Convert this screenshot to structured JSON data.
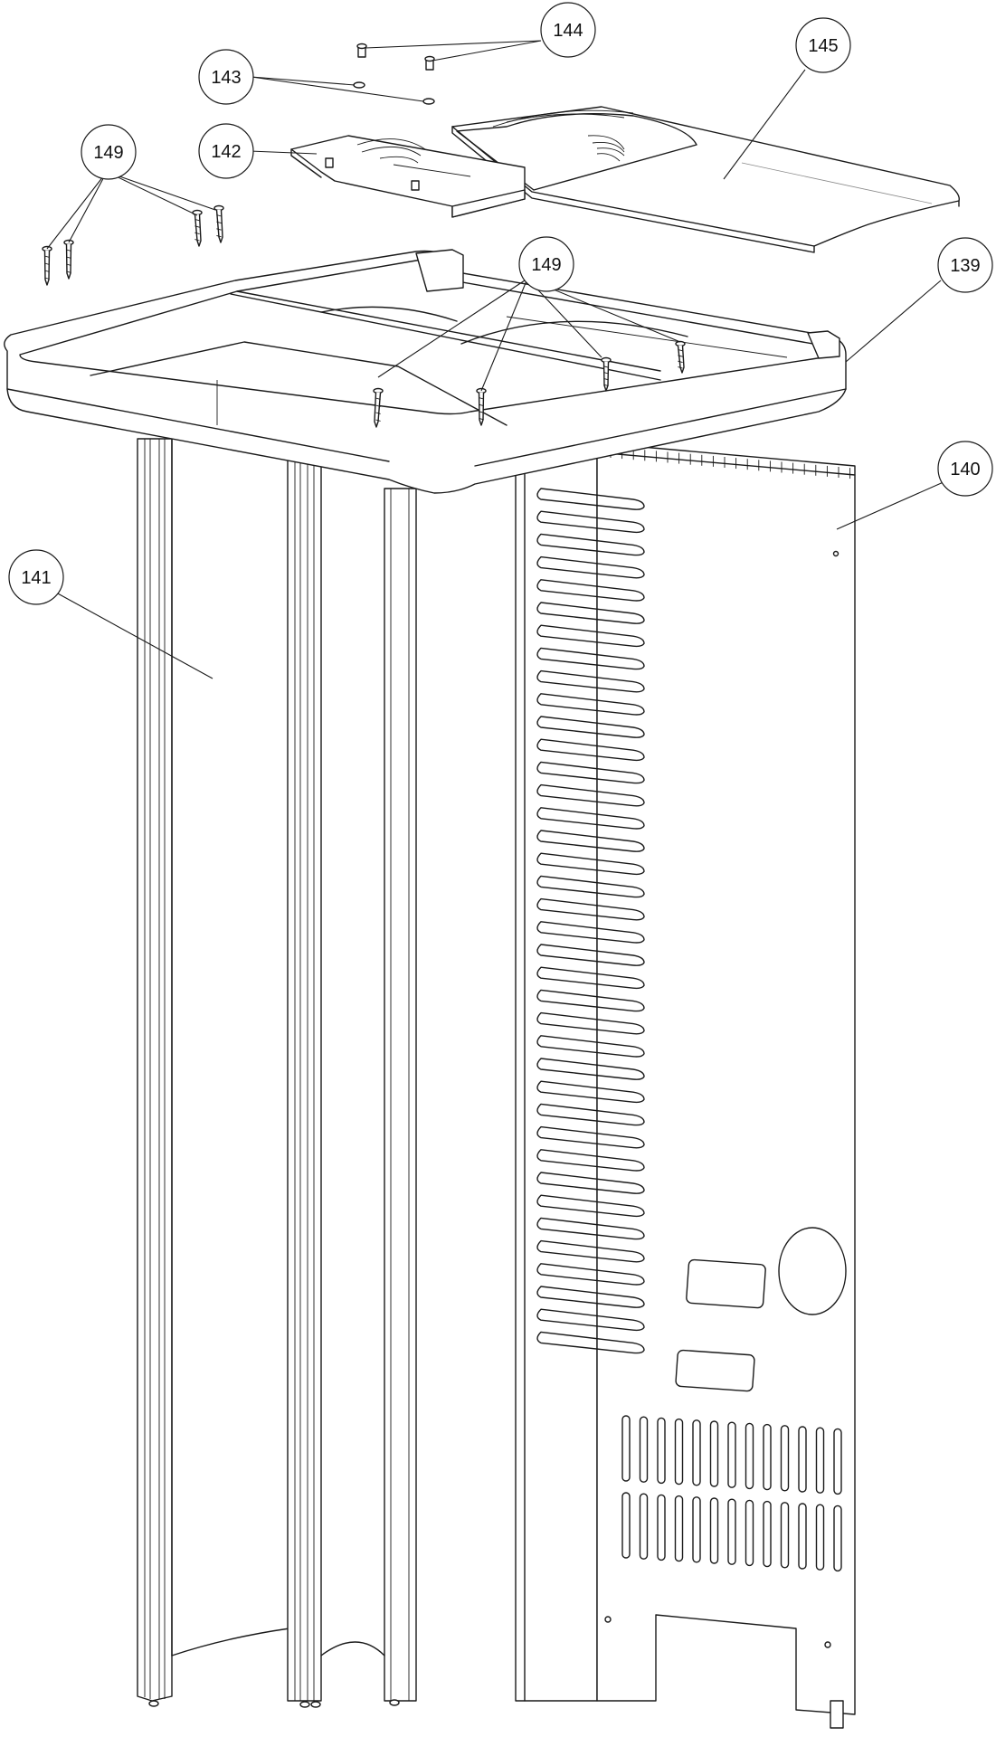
{
  "diagram": {
    "parts": [
      {
        "id": "part-139",
        "label": "139"
      },
      {
        "id": "part-140",
        "label": "140"
      },
      {
        "id": "part-141",
        "label": "141"
      },
      {
        "id": "part-142",
        "label": "142"
      },
      {
        "id": "part-143",
        "label": "143"
      },
      {
        "id": "part-144",
        "label": "144"
      },
      {
        "id": "part-145",
        "label": "145"
      },
      {
        "id": "part-149-top",
        "label": "149"
      },
      {
        "id": "part-149-center",
        "label": "149"
      }
    ],
    "colors": {
      "line": "#1a1a1a",
      "background": "#ffffff",
      "light_line": "#9a9a9a"
    }
  }
}
